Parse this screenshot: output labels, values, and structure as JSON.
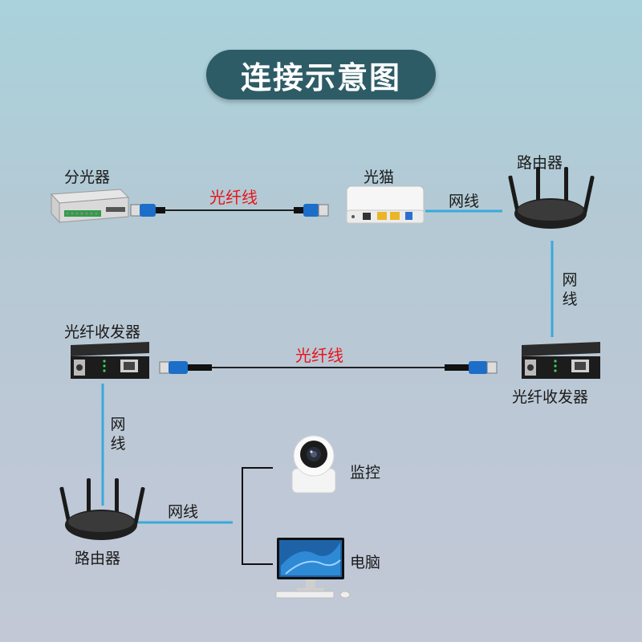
{
  "title": "连接示意图",
  "devices": {
    "splitter": "分光器",
    "onu": "光猫",
    "router_top": "路由器",
    "transceiver_left": "光纤收发器",
    "transceiver_right": "光纤收发器",
    "router_bottom": "路由器",
    "camera": "监控",
    "computer": "电脑"
  },
  "links": {
    "fiber_top": "光纤线",
    "cable_onu_router": "网线",
    "cable_router_vertical": "网线",
    "fiber_middle": "光纤线",
    "cable_left_vertical": "网线",
    "cable_router_switch": "网线"
  },
  "colors": {
    "title_bg": "#2d5c66",
    "fiber_label": "#e8141a",
    "network_cable": "#3aa8dc",
    "fiber_cable": "#222222",
    "fiber_connector": "#1c6ec8"
  }
}
